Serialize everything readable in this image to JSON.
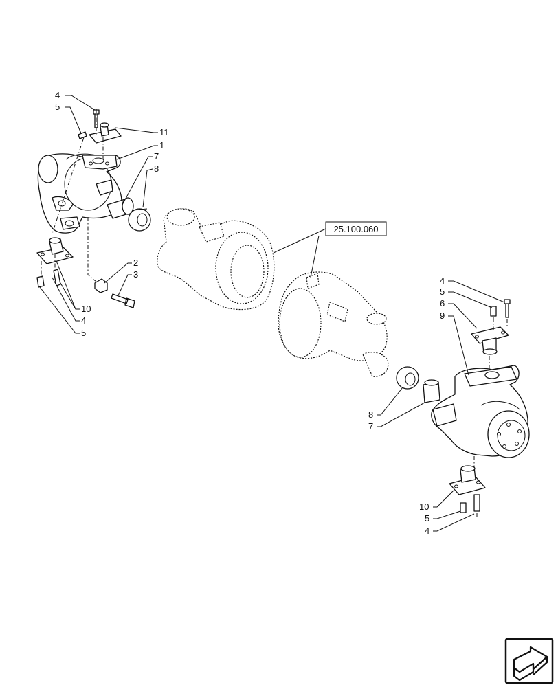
{
  "diagram": {
    "reference_label": "25.100.060",
    "callouts": {
      "left": {
        "c4_top": "4",
        "c5_top": "5",
        "c11": "11",
        "c1": "1",
        "c7": "7",
        "c8": "8",
        "c2": "2",
        "c3": "3",
        "c10": "10",
        "c4_bottom": "4",
        "c5_bottom": "5"
      },
      "right": {
        "c4_top": "4",
        "c5_top": "5",
        "c6": "6",
        "c9": "9",
        "c8": "8",
        "c7": "7",
        "c10": "10",
        "c5_bottom": "5",
        "c4_bottom": "4"
      }
    },
    "nav_icon": "next-page-arrow-icon"
  }
}
